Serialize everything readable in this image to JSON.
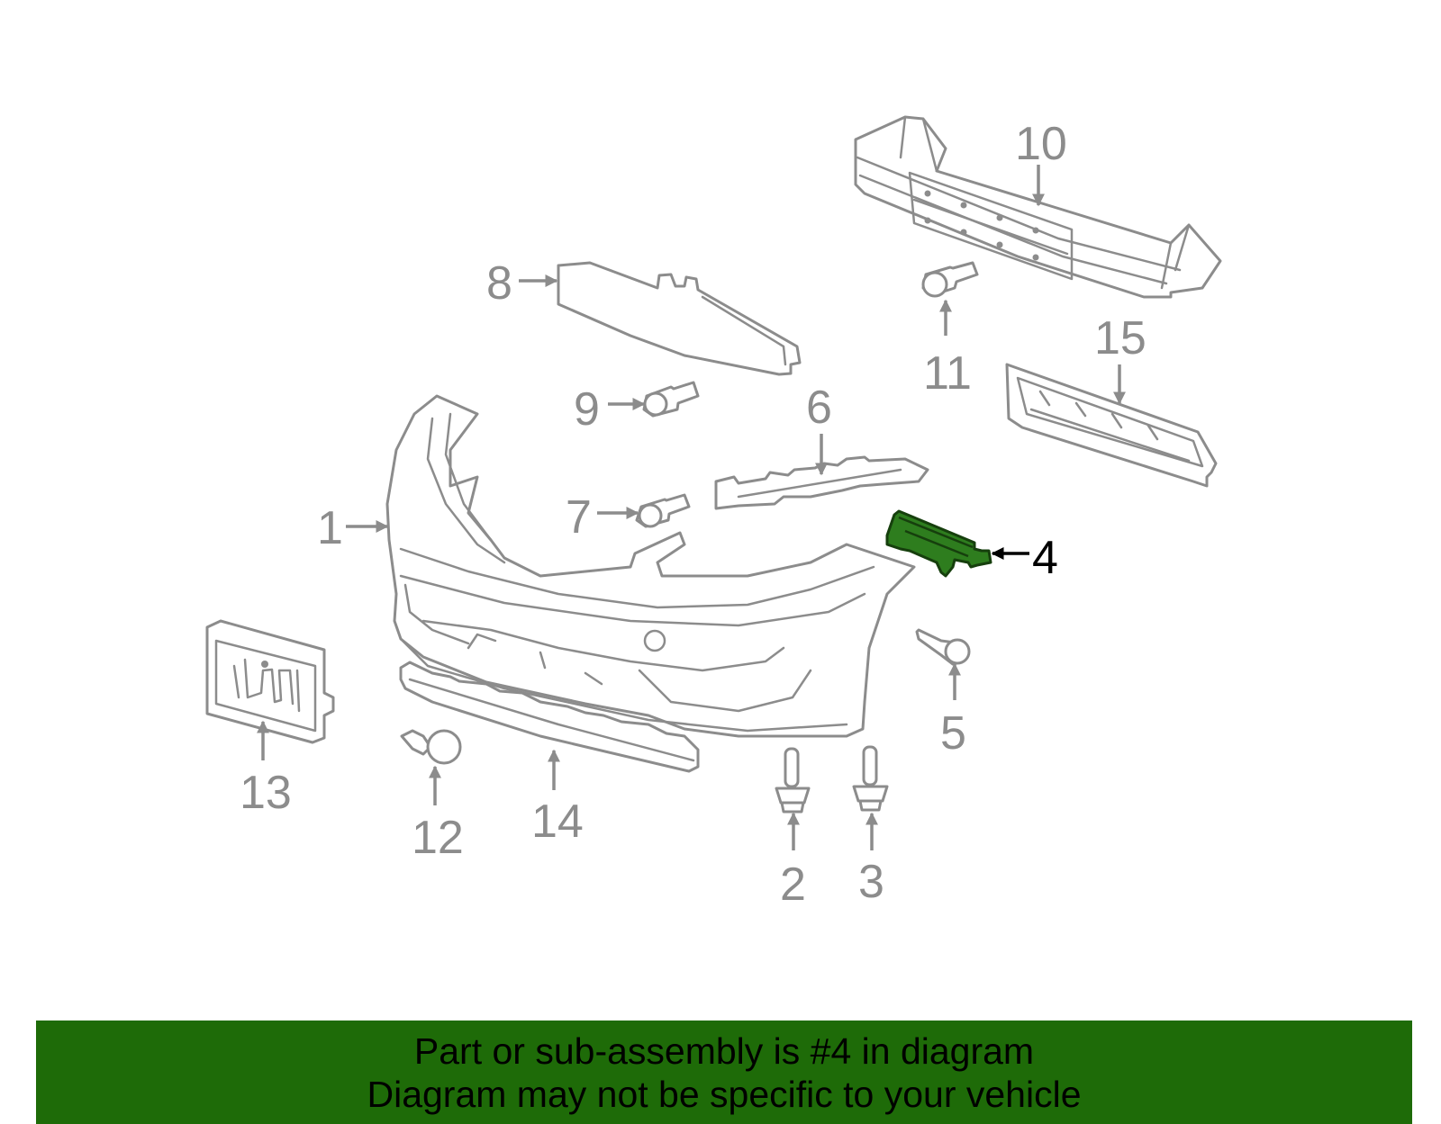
{
  "diagram": {
    "highlight_color": "#2e7d1e",
    "callouts": {
      "c1": "1",
      "c2": "2",
      "c3": "3",
      "c4": "4",
      "c5": "5",
      "c6": "6",
      "c7": "7",
      "c8": "8",
      "c9": "9",
      "c10": "10",
      "c11": "11",
      "c12": "12",
      "c13": "13",
      "c14": "14",
      "c15": "15"
    },
    "highlighted_part": "4"
  },
  "banner": {
    "line1": "Part or sub-assembly is #4 in diagram",
    "line2": "Diagram may not be specific to your vehicle",
    "color": "#1e6b08"
  }
}
